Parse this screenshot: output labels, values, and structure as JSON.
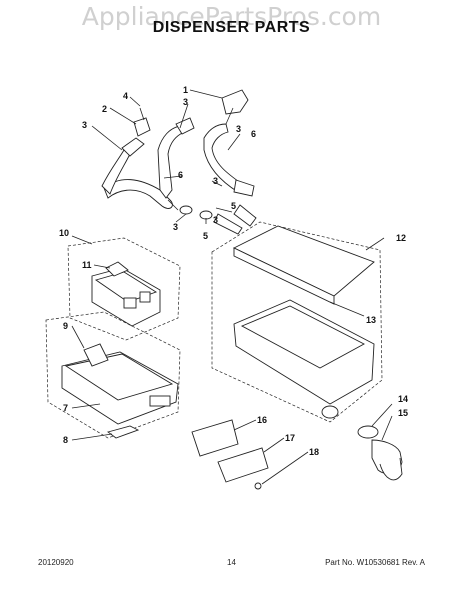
{
  "watermark": "AppliancePartsPros.com",
  "title": "DISPENSER PARTS",
  "footer": {
    "date": "20120920",
    "page": "14",
    "part_rev": "Part No. W10530681  Rev. A"
  },
  "callouts": [
    "1",
    "2",
    "3",
    "3",
    "3",
    "3",
    "3",
    "3",
    "4",
    "5",
    "5",
    "6",
    "6",
    "7",
    "8",
    "9",
    "10",
    "11",
    "12",
    "13",
    "14",
    "15",
    "16",
    "17",
    "18"
  ]
}
